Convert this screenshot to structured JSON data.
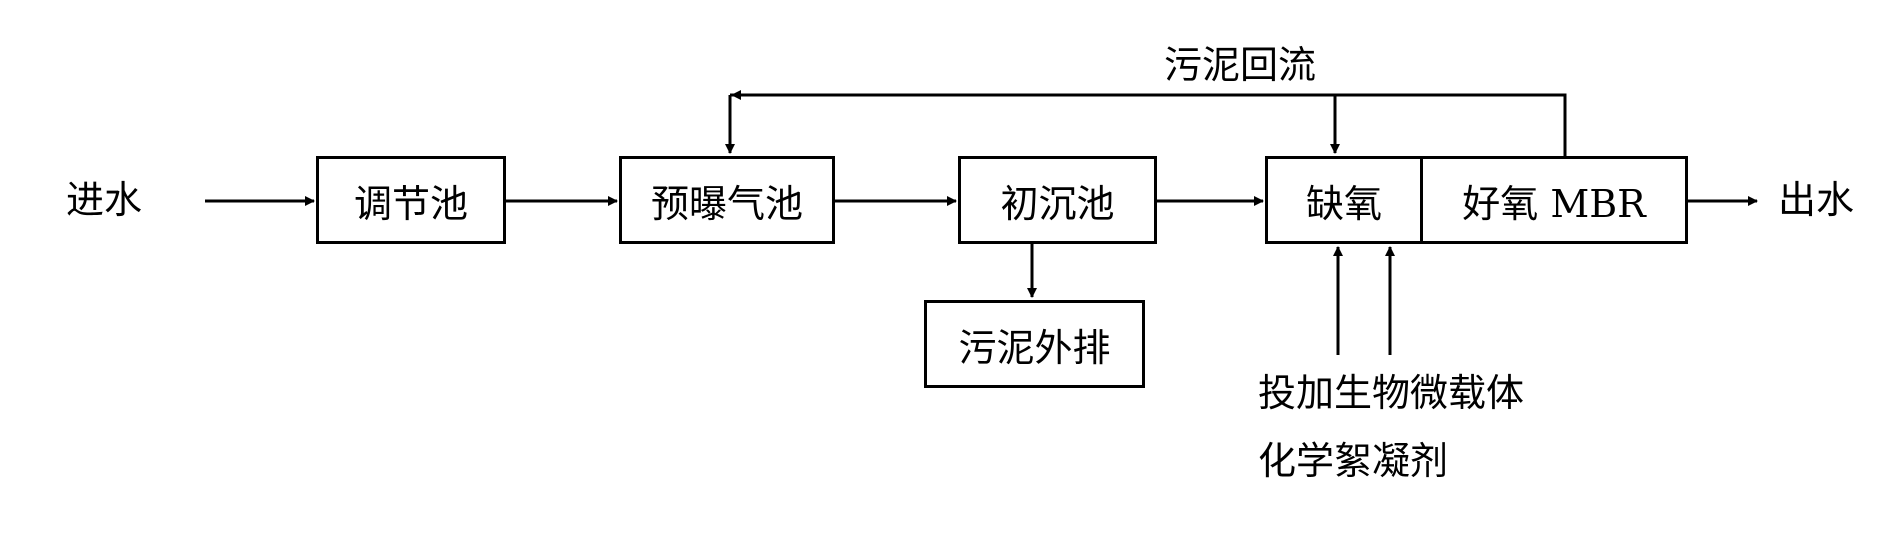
{
  "nodes": {
    "inlet": "进水",
    "equalization_tank": "调节池",
    "pre_aeration_tank": "预曝气池",
    "primary_settling_tank": "初沉池",
    "anoxic": "缺氧",
    "aerobic_mbr": "好氧 MBR",
    "outlet": "出水",
    "sludge_discharge": "污泥外排"
  },
  "labels": {
    "sludge_return": "污泥回流",
    "dosing_line1": "投加生物微载体",
    "dosing_line2": "化学絮凝剂"
  }
}
